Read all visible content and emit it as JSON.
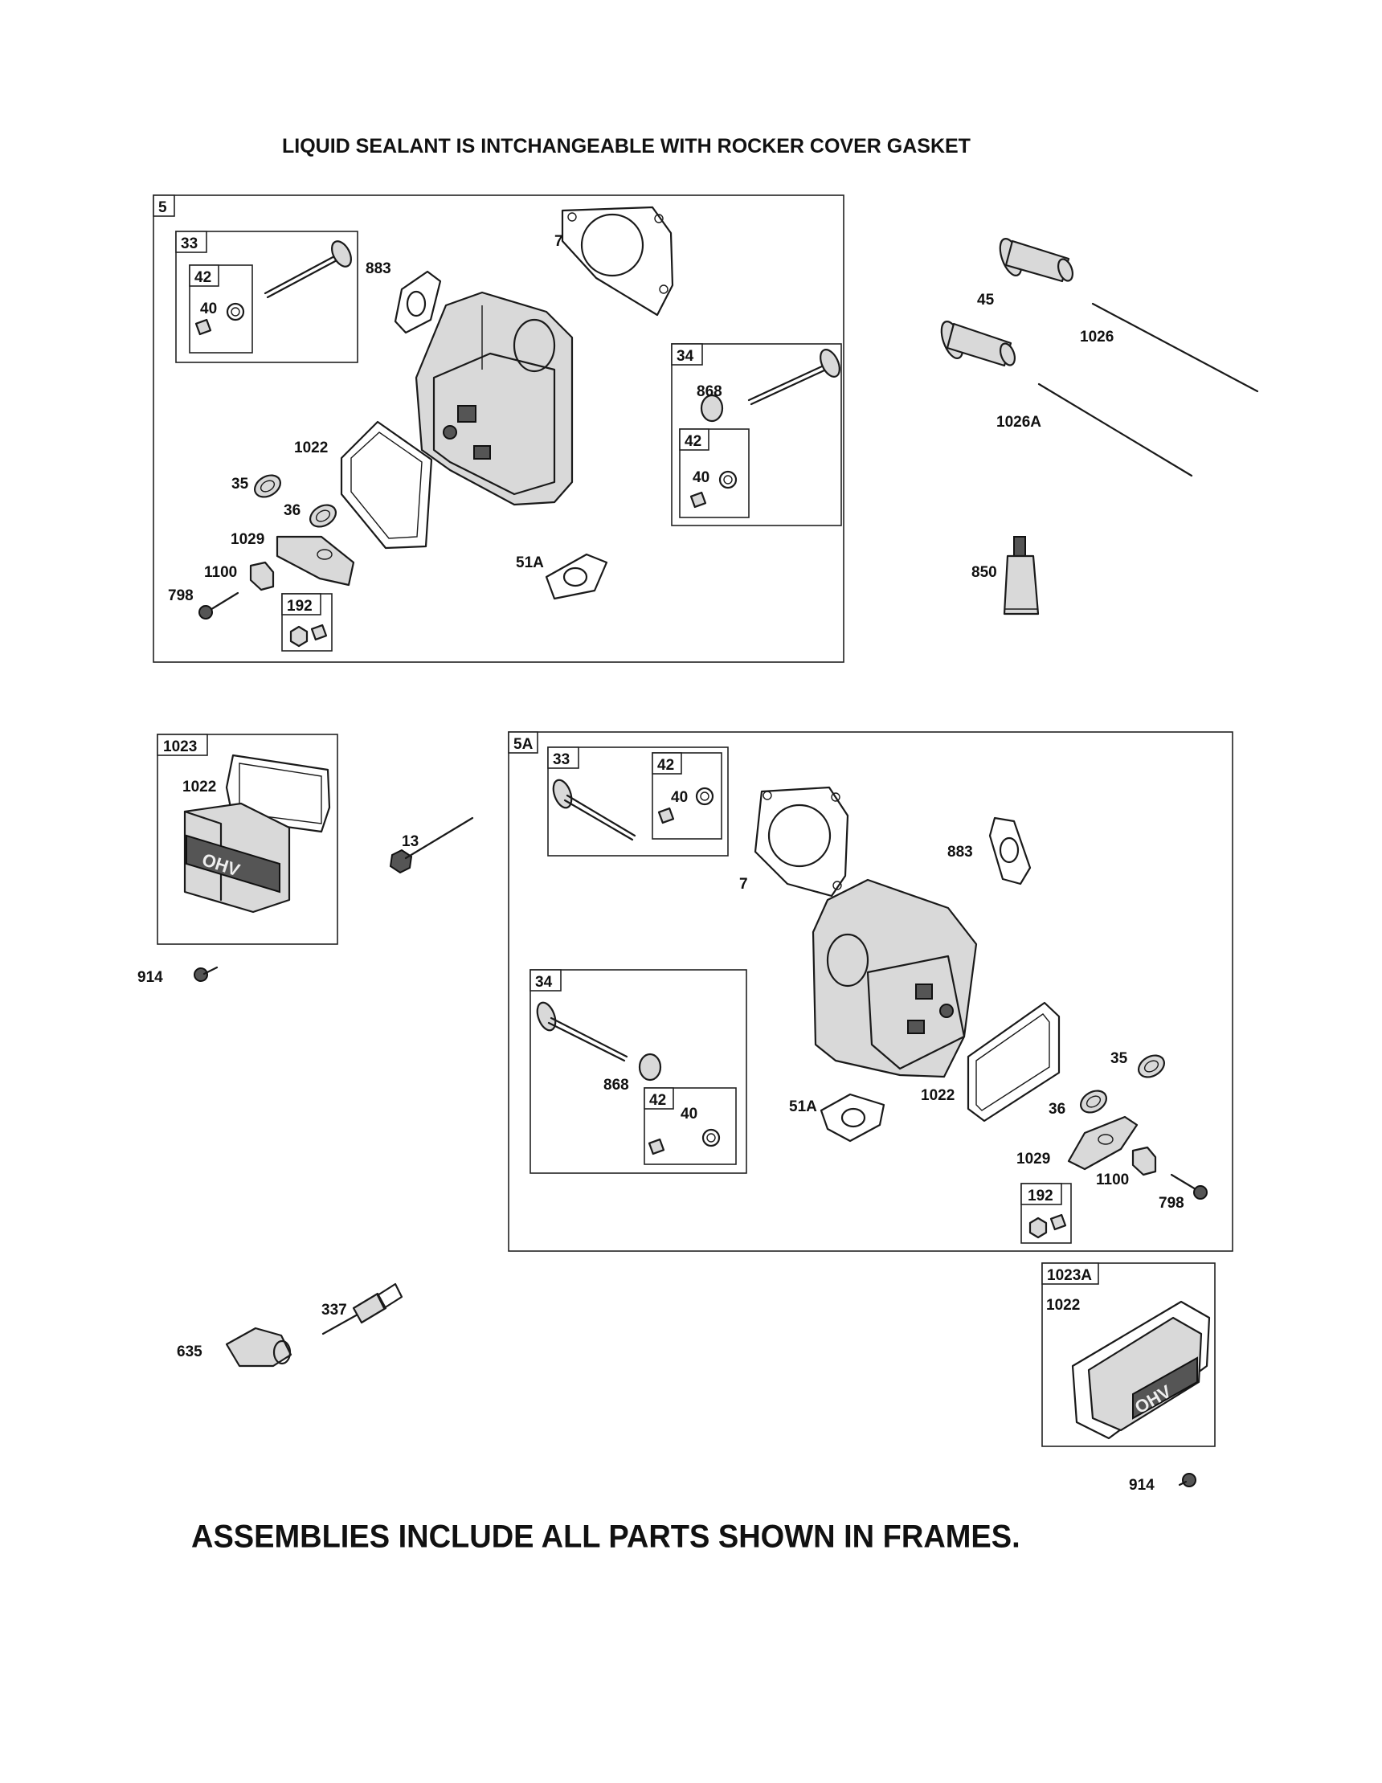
{
  "headings": {
    "top": "LIQUID SEALANT IS INTCHANGEABLE WITH ROCKER COVER GASKET",
    "bottom": "ASSEMBLIES INCLUDE ALL PARTS SHOWN IN FRAMES."
  },
  "frames": {
    "f5": "5",
    "f33a": "33",
    "f42a": "42",
    "f34a": "34",
    "f42b": "42",
    "f192a": "192",
    "f1023": "1023",
    "f5a": "5A",
    "f33b": "33",
    "f42c": "42",
    "f34b": "34",
    "f42d": "42",
    "f192b": "192",
    "f1023a": "1023A"
  },
  "callouts": {
    "c7a": "7",
    "c883a": "883",
    "c40a": "40",
    "c868a": "868",
    "c40b": "40",
    "c1022a": "1022",
    "c35a": "35",
    "c36a": "36",
    "c1029a": "1029",
    "c1100a": "1100",
    "c798a": "798",
    "c51Aa": "51A",
    "c45": "45",
    "c1026": "1026",
    "c1026A": "1026A",
    "c850": "850",
    "c1022b": "1022",
    "c914a": "914",
    "c13": "13",
    "c40c": "40",
    "c7b": "7",
    "c883b": "883",
    "c868b": "868",
    "c40d": "40",
    "c51Ab": "51A",
    "c1022c": "1022",
    "c35b": "35",
    "c36b": "36",
    "c1029b": "1029",
    "c1100b": "1100",
    "c798b": "798",
    "c337": "337",
    "c635": "635",
    "c1022d": "1022",
    "c914b": "914"
  },
  "logos": {
    "ohv": "OHV"
  }
}
